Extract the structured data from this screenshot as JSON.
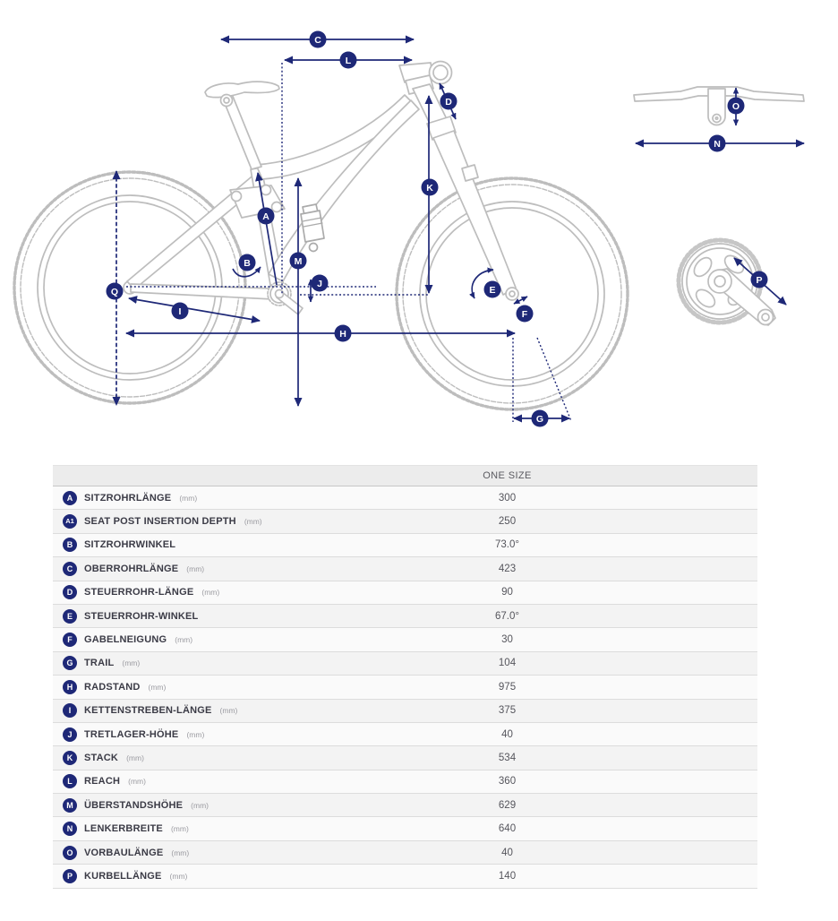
{
  "colors": {
    "accent": "#1e2877",
    "sketch": "#bdbdbd"
  },
  "diagram": {
    "markers": {
      "A": "A",
      "B": "B",
      "C": "C",
      "D": "D",
      "E": "E",
      "F": "F",
      "G": "G",
      "H": "H",
      "I": "I",
      "J": "J",
      "K": "K",
      "L": "L",
      "M": "M",
      "N": "N",
      "O": "O",
      "P": "P",
      "Q": "Q"
    }
  },
  "table": {
    "size_header": "ONE SIZE",
    "rows": [
      {
        "letter": "A",
        "label": "SITZROHRLÄNGE",
        "unit": "(mm)",
        "value": "300"
      },
      {
        "letter": "A1",
        "label": "SEAT POST INSERTION DEPTH",
        "unit": "(mm)",
        "value": "250"
      },
      {
        "letter": "B",
        "label": "SITZROHRWINKEL",
        "unit": "",
        "value": "73.0°"
      },
      {
        "letter": "C",
        "label": "OBERROHRLÄNGE",
        "unit": "(mm)",
        "value": "423"
      },
      {
        "letter": "D",
        "label": "STEUERROHR-LÄNGE",
        "unit": "(mm)",
        "value": "90"
      },
      {
        "letter": "E",
        "label": "STEUERROHR-WINKEL",
        "unit": "",
        "value": "67.0°"
      },
      {
        "letter": "F",
        "label": "GABELNEIGUNG",
        "unit": "(mm)",
        "value": "30"
      },
      {
        "letter": "G",
        "label": "TRAIL",
        "unit": "(mm)",
        "value": "104"
      },
      {
        "letter": "H",
        "label": "RADSTAND",
        "unit": "(mm)",
        "value": "975"
      },
      {
        "letter": "I",
        "label": "KETTENSTREBEN-LÄNGE",
        "unit": "(mm)",
        "value": "375"
      },
      {
        "letter": "J",
        "label": "TRETLAGER-HÖHE",
        "unit": "(mm)",
        "value": "40"
      },
      {
        "letter": "K",
        "label": "STACK",
        "unit": "(mm)",
        "value": "534"
      },
      {
        "letter": "L",
        "label": "REACH",
        "unit": "(mm)",
        "value": "360"
      },
      {
        "letter": "M",
        "label": "ÜBERSTANDSHÖHE",
        "unit": "(mm)",
        "value": "629"
      },
      {
        "letter": "N",
        "label": "LENKERBREITE",
        "unit": "(mm)",
        "value": "640"
      },
      {
        "letter": "O",
        "label": "VORBAULÄNGE",
        "unit": "(mm)",
        "value": "40"
      },
      {
        "letter": "P",
        "label": "KURBELLÄNGE",
        "unit": "(mm)",
        "value": "140"
      }
    ]
  }
}
